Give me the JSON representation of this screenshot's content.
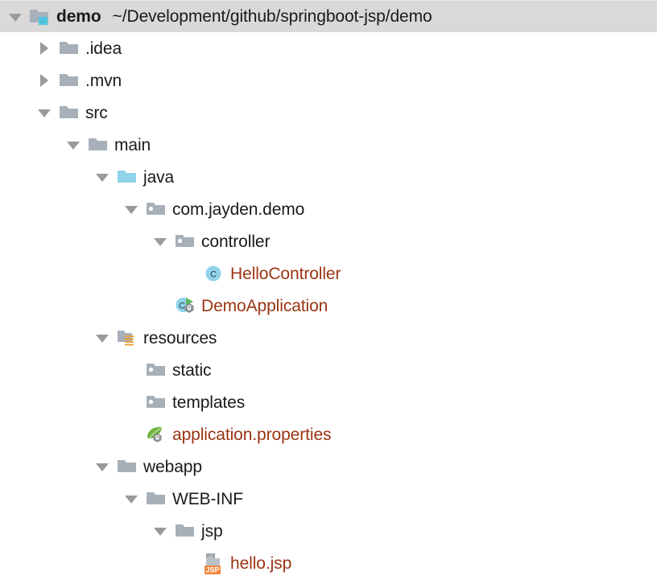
{
  "window": {
    "type": "project-file-tree",
    "background": "#ffffff",
    "selection_color": "#d9d9d9",
    "file_text_color": "#9a3412",
    "folder_text_color": "#1a1a1a"
  },
  "tree": {
    "root_label": "demo",
    "root_path": "~/Development/github/springboot-jsp/demo",
    "rows": [
      {
        "label": "demo",
        "secondary": "~/Development/github/springboot-jsp/demo",
        "depth": 0,
        "twisty": "down",
        "icon": "module-folder-icon",
        "selected": true,
        "bold": true,
        "kind": "module"
      },
      {
        "label": ".idea",
        "secondary": "",
        "depth": 1,
        "twisty": "right",
        "icon": "folder-icon",
        "selected": false,
        "bold": false,
        "kind": "folder"
      },
      {
        "label": ".mvn",
        "secondary": "",
        "depth": 1,
        "twisty": "right",
        "icon": "folder-icon",
        "selected": false,
        "bold": false,
        "kind": "folder"
      },
      {
        "label": "src",
        "secondary": "",
        "depth": 1,
        "twisty": "down",
        "icon": "folder-icon",
        "selected": false,
        "bold": false,
        "kind": "folder"
      },
      {
        "label": "main",
        "secondary": "",
        "depth": 2,
        "twisty": "down",
        "icon": "folder-icon",
        "selected": false,
        "bold": false,
        "kind": "folder"
      },
      {
        "label": "java",
        "secondary": "",
        "depth": 3,
        "twisty": "down",
        "icon": "source-root-folder-icon",
        "selected": false,
        "bold": false,
        "kind": "source-root"
      },
      {
        "label": "com.jayden.demo",
        "secondary": "",
        "depth": 4,
        "twisty": "down",
        "icon": "package-icon",
        "selected": false,
        "bold": false,
        "kind": "package"
      },
      {
        "label": "controller",
        "secondary": "",
        "depth": 5,
        "twisty": "down",
        "icon": "package-icon",
        "selected": false,
        "bold": false,
        "kind": "package"
      },
      {
        "label": "HelloController",
        "secondary": "",
        "depth": 6,
        "twisty": "none",
        "icon": "java-class-icon",
        "selected": false,
        "bold": false,
        "kind": "class"
      },
      {
        "label": "DemoApplication",
        "secondary": "",
        "depth": 5,
        "twisty": "none",
        "icon": "spring-boot-main-class-icon",
        "selected": false,
        "bold": false,
        "kind": "runnable-class"
      },
      {
        "label": "resources",
        "secondary": "",
        "depth": 3,
        "twisty": "down",
        "icon": "resources-root-folder-icon",
        "selected": false,
        "bold": false,
        "kind": "resource-root"
      },
      {
        "label": "static",
        "secondary": "",
        "depth": 4,
        "twisty": "none",
        "icon": "package-icon",
        "selected": false,
        "bold": false,
        "kind": "package"
      },
      {
        "label": "templates",
        "secondary": "",
        "depth": 4,
        "twisty": "none",
        "icon": "package-icon",
        "selected": false,
        "bold": false,
        "kind": "package"
      },
      {
        "label": "application.properties",
        "secondary": "",
        "depth": 4,
        "twisty": "none",
        "icon": "spring-properties-icon",
        "selected": false,
        "bold": false,
        "kind": "file"
      },
      {
        "label": "webapp",
        "secondary": "",
        "depth": 3,
        "twisty": "down",
        "icon": "folder-icon",
        "selected": false,
        "bold": false,
        "kind": "folder"
      },
      {
        "label": "WEB-INF",
        "secondary": "",
        "depth": 4,
        "twisty": "down",
        "icon": "folder-icon",
        "selected": false,
        "bold": false,
        "kind": "folder"
      },
      {
        "label": "jsp",
        "secondary": "",
        "depth": 5,
        "twisty": "down",
        "icon": "folder-icon",
        "selected": false,
        "bold": false,
        "kind": "folder"
      },
      {
        "label": "hello.jsp",
        "secondary": "",
        "depth": 6,
        "twisty": "none",
        "icon": "jsp-file-icon",
        "badge_text": "JSP",
        "selected": false,
        "bold": false,
        "kind": "file"
      }
    ]
  }
}
